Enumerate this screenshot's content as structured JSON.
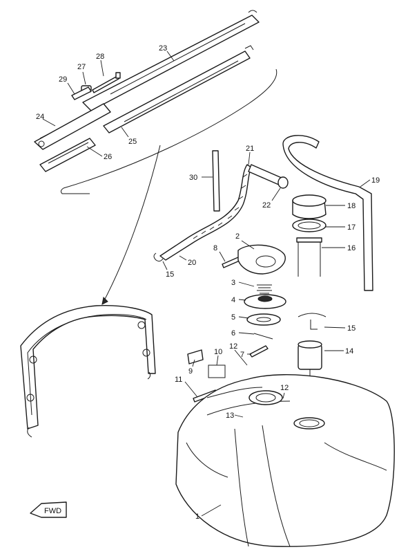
{
  "callouts": {
    "c1": "1",
    "c2": "2",
    "c3": "3",
    "c4": "4",
    "c5": "5",
    "c6": "6",
    "c7": "7",
    "c8": "8",
    "c9": "9",
    "c10": "10",
    "c11": "11",
    "c12a": "12",
    "c12b": "12",
    "c13": "13",
    "c14": "14",
    "c15a": "15",
    "c15b": "15",
    "c16": "16",
    "c17": "17",
    "c18": "18",
    "c19": "19",
    "c20": "20",
    "c21": "21",
    "c22": "22",
    "c23": "23",
    "c24": "24",
    "c25": "25",
    "c26": "26",
    "c27": "27",
    "c28": "28",
    "c29": "29",
    "c30": "30"
  },
  "fwd_mark": "FWD"
}
